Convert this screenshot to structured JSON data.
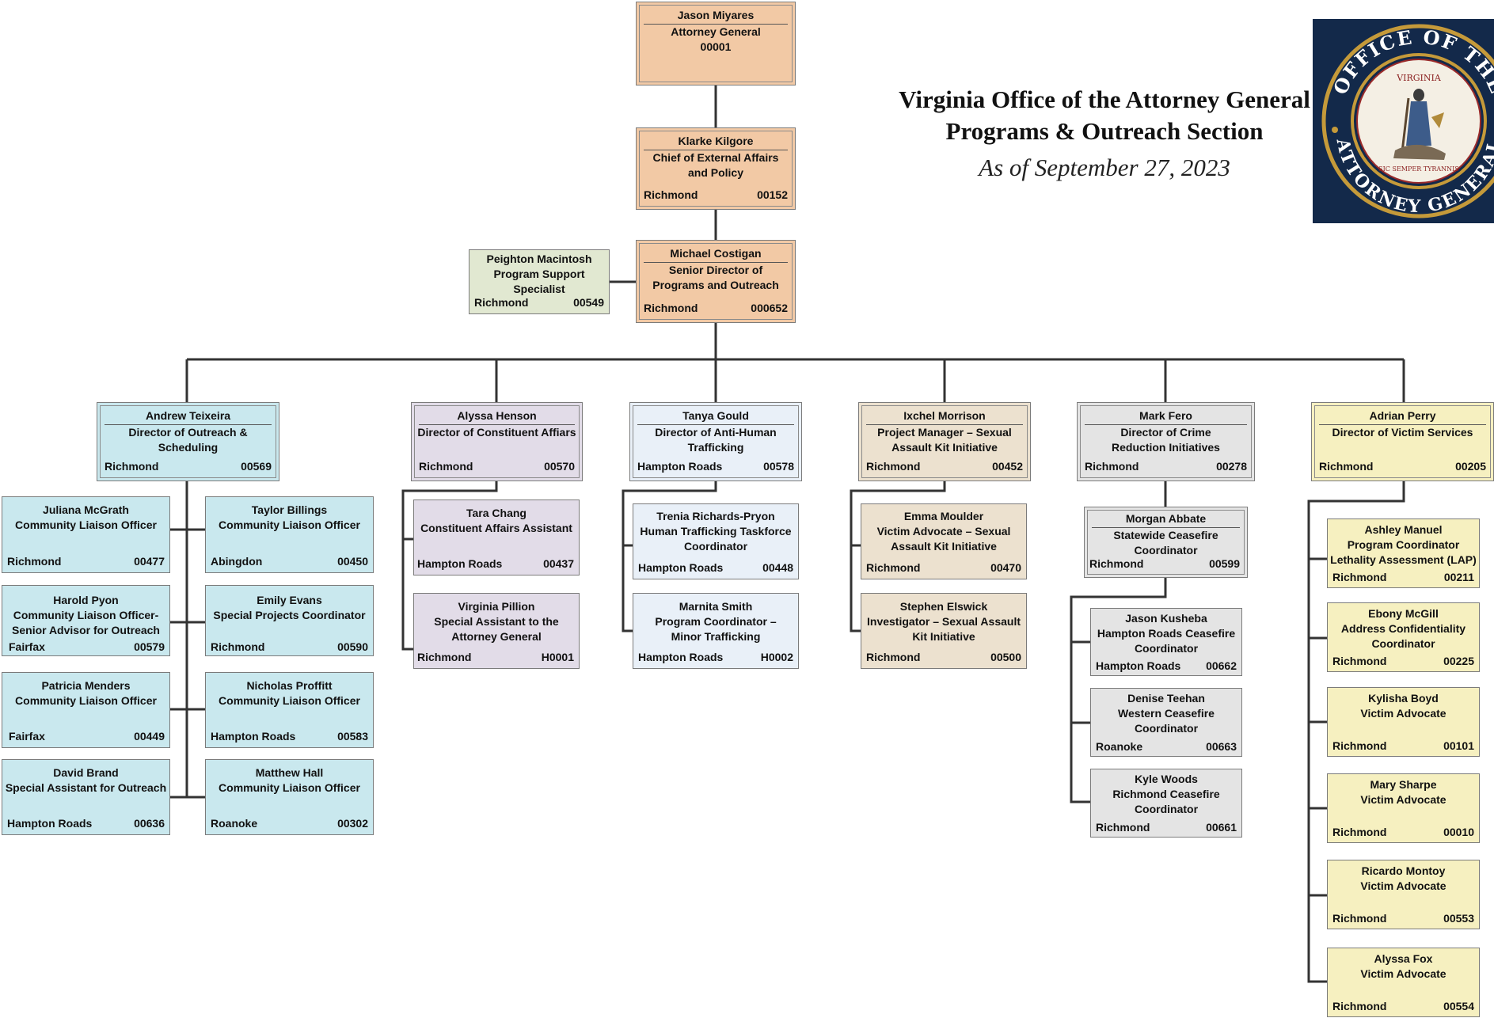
{
  "header": {
    "title_line1": "Virginia Office of the Attorney General",
    "title_line2": "Programs & Outreach Section",
    "date": "As of September 27, 2023"
  },
  "seal": {
    "top_text": "OFFICE OF THE",
    "bottom_text": "ATTORNEY GENERAL",
    "state_text": "VIRGINIA",
    "motto": "SIC SEMPER TYRANNIS",
    "bg_color": "#13294a",
    "ring_color": "#c59a3a"
  },
  "colors": {
    "executive": "#f2c9a5",
    "support": "#e1e8d1",
    "outreach": "#c9e8ee",
    "constituent": "#e2dce8",
    "trafficking": "#e9f0f8",
    "sexual_assault": "#ece1cf",
    "crime_reduction": "#e4e4e4",
    "victim_services": "#f6f0c0",
    "connector": "#333333"
  },
  "positions": {
    "ag": {
      "name": "Jason Miyares",
      "title": "Attorney General",
      "number": "00001"
    },
    "chief": {
      "name": "Klarke Kilgore",
      "title": "Chief of External Affairs and Policy",
      "location": "Richmond",
      "number": "00152"
    },
    "support": {
      "name": "Peighton Macintosh",
      "title": "Program Support Specialist",
      "location": "Richmond",
      "number": "00549"
    },
    "senior": {
      "name": "Michael Costigan",
      "title": "Senior Director of Programs and Outreach",
      "location": "Richmond",
      "number": "000652"
    },
    "outreach": {
      "name": "Andrew Teixeira",
      "title": "Director of Outreach & Scheduling",
      "location": "Richmond",
      "number": "00569"
    },
    "mcgrath": {
      "name": "Juliana McGrath",
      "title": "Community Liaison Officer",
      "location": "Richmond",
      "number": "00477"
    },
    "billings": {
      "name": "Taylor Billings",
      "title": "Community Liaison Officer",
      "location": "Abingdon",
      "number": "00450"
    },
    "pyon": {
      "name": "Harold Pyon",
      "title": "Community Liaison Officer- Senior Advisor for Outreach",
      "location": "Fairfax",
      "number": "00579"
    },
    "evans": {
      "name": "Emily Evans",
      "title": "Special Projects Coordinator",
      "location": "Richmond",
      "number": "00590"
    },
    "menders": {
      "name": "Patricia Menders",
      "title": "Community Liaison Officer",
      "location": "Fairfax",
      "number": "00449"
    },
    "proffitt": {
      "name": "Nicholas Proffitt",
      "title": "Community Liaison Officer",
      "location": "Hampton Roads",
      "number": "00583"
    },
    "brand": {
      "name": "David Brand",
      "title": "Special Assistant for Outreach",
      "location": "Hampton Roads",
      "number": "00636"
    },
    "hall": {
      "name": "Matthew Hall",
      "title": "Community Liaison Officer",
      "location": "Roanoke",
      "number": "00302"
    },
    "constituent": {
      "name": "Alyssa Henson",
      "title": "Director of Constituent Affiars",
      "location": "Richmond",
      "number": "00570"
    },
    "chang": {
      "name": "Tara Chang",
      "title": "Constituent Affairs Assistant",
      "location": "Hampton Roads",
      "number": "00437"
    },
    "pillion": {
      "name": "Virginia Pillion",
      "title": "Special Assistant to the Attorney General",
      "location": "Richmond",
      "number": "H0001"
    },
    "trafficking": {
      "name": "Tanya Gould",
      "title": "Director of Anti-Human Trafficking",
      "location": "Hampton Roads",
      "number": "00578"
    },
    "pryon": {
      "name": "Trenia Richards-Pryon",
      "title": "Human Trafficking Taskforce Coordinator",
      "location": "Hampton Roads",
      "number": "00448"
    },
    "smith": {
      "name": "Marnita Smith",
      "title": "Program Coordinator – Minor Trafficking",
      "location": "Hampton Roads",
      "number": "H0002"
    },
    "sak": {
      "name": "Ixchel Morrison",
      "title": "Project Manager – Sexual Assault Kit Initiative",
      "location": "Richmond",
      "number": "00452"
    },
    "moulder": {
      "name": "Emma Moulder",
      "title": "Victim Advocate – Sexual Assault Kit Initiative",
      "location": "Richmond",
      "number": "00470"
    },
    "elswick": {
      "name": "Stephen Elswick",
      "title": "Investigator – Sexual Assault Kit Initiative",
      "location": "Richmond",
      "number": "00500"
    },
    "crime": {
      "name": "Mark Fero",
      "title": "Director of Crime Reduction Initiatives",
      "location": "Richmond",
      "number": "00278"
    },
    "abbate": {
      "name": "Morgan Abbate",
      "title": "Statewide Ceasefire Coordinator",
      "location": "Richmond",
      "number": "00599"
    },
    "kusheba": {
      "name": "Jason Kusheba",
      "title": "Hampton Roads Ceasefire Coordinator",
      "location": "Hampton Roads",
      "number": "00662"
    },
    "teehan": {
      "name": "Denise Teehan",
      "title": "Western Ceasefire Coordinator",
      "location": "Roanoke",
      "number": "00663"
    },
    "woods": {
      "name": "Kyle Woods",
      "title": "Richmond Ceasefire Coordinator",
      "location": "Richmond",
      "number": "00661"
    },
    "victim": {
      "name": "Adrian Perry",
      "title": "Director of Victim Services",
      "location": "Richmond",
      "number": "00205"
    },
    "manuel": {
      "name": "Ashley Manuel",
      "title": "Program Coordinator Lethality Assessment (LAP)",
      "location": "Richmond",
      "number": "00211"
    },
    "mcgill": {
      "name": "Ebony McGill",
      "title": "Address Confidentiality Coordinator",
      "location": "Richmond",
      "number": "00225"
    },
    "boyd": {
      "name": "Kylisha Boyd",
      "title": "Victim Advocate",
      "location": "Richmond",
      "number": "00101"
    },
    "sharpe": {
      "name": "Mary Sharpe",
      "title": "Victim Advocate",
      "location": "Richmond",
      "number": "00010"
    },
    "montoy": {
      "name": "Ricardo Montoy",
      "title": "Victim Advocate",
      "location": "Richmond",
      "number": "00553"
    },
    "fox": {
      "name": "Alyssa Fox",
      "title": "Victim Advocate",
      "location": "Richmond",
      "number": "00554"
    }
  }
}
